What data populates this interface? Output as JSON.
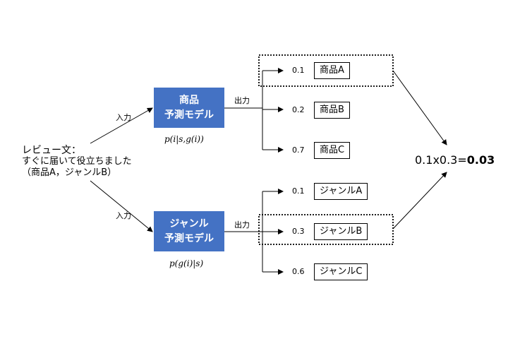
{
  "review": {
    "title": "レビュー文：",
    "body": "すぐに届いて役立ちました",
    "labels": "（商品A，ジャンルB）"
  },
  "input_label": "入力",
  "output_label": "出力",
  "product_model": {
    "line1": "商品",
    "line2": "予測モデル",
    "formula": "p(i|s,g(i))"
  },
  "genre_model": {
    "line1": "ジャンル",
    "line2": "予測モデル",
    "formula": "p(g(i)|s)"
  },
  "products": [
    {
      "prob": "0.1",
      "name": "商品A"
    },
    {
      "prob": "0.2",
      "name": "商品B"
    },
    {
      "prob": "0.7",
      "name": "商品C"
    }
  ],
  "genres": [
    {
      "prob": "0.1",
      "name": "ジャンルA"
    },
    {
      "prob": "0.3",
      "name": "ジャンルB"
    },
    {
      "prob": "0.6",
      "name": "ジャンルC"
    }
  ],
  "result": {
    "expression": "0.1x0.3=",
    "value": "0.03"
  },
  "colors": {
    "model_fill": "#4472c4",
    "model_text": "#ffffff"
  }
}
